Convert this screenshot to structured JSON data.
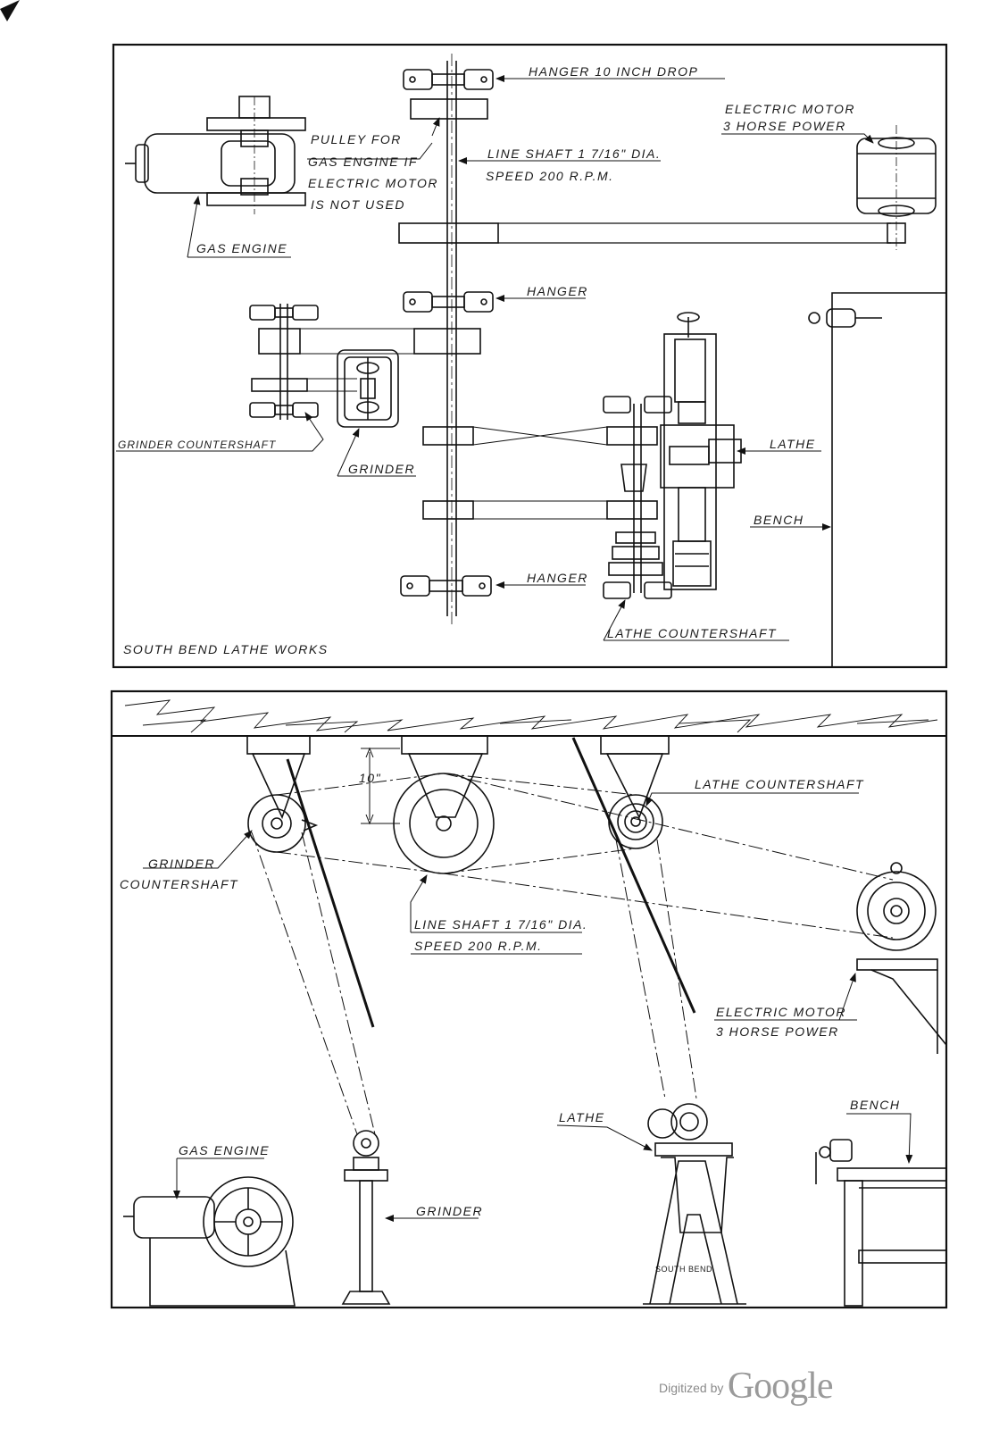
{
  "plan_view": {
    "hanger_10_inch_drop": "HANGER 10 INCH DROP",
    "electric_motor": "ELECTRIC MOTOR",
    "three_horse_power": "3 HORSE POWER",
    "pulley_line_1": "PULLEY FOR",
    "pulley_line_2": "GAS ENGINE IF",
    "pulley_line_3": "ELECTRIC MOTOR",
    "pulley_line_4": "IS NOT USED",
    "line_shaft": "LINE SHAFT 1 7/16\" DIA.",
    "speed": "SPEED 200 R.P.M.",
    "gas_engine": "GAS ENGINE",
    "hanger_mid": "HANGER",
    "grinder_countershaft": "GRINDER COUNTERSHAFT",
    "grinder": "GRINDER",
    "lathe": "LATHE",
    "bench": "BENCH",
    "hanger_bottom": "HANGER",
    "lathe_countershaft": "LATHE COUNTERSHAFT",
    "works_name": "SOUTH BEND LATHE WORKS"
  },
  "elevation_view": {
    "ten_inch": "10\"",
    "lathe_countershaft": "LATHE COUNTERSHAFT",
    "grinder_1": "GRINDER",
    "grinder_2": "COUNTERSHAFT",
    "line_shaft": "LINE SHAFT 1 7/16\" DIA.",
    "speed": "SPEED 200 R.P.M.",
    "electric_motor": "ELECTRIC MOTOR",
    "three_horse_power": "3 HORSE POWER",
    "bench": "BENCH",
    "lathe": "LATHE",
    "gas_engine": "GAS ENGINE",
    "grinder": "GRINDER",
    "stand_name": "SOUTH BEND"
  },
  "footer": {
    "digitized_by": "Digitized by",
    "google": "Google"
  }
}
